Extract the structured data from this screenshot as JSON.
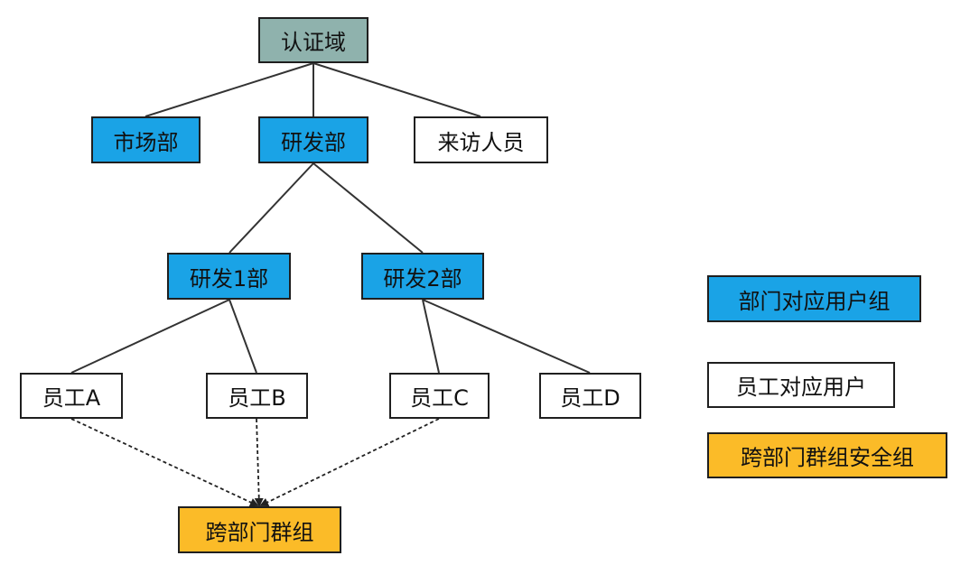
{
  "nodes": {
    "root": "认证域",
    "market": "市场部",
    "rd": "研发部",
    "visitors": "来访人员",
    "rd1": "研发1部",
    "rd2": "研发2部",
    "emp_a": "员工A",
    "emp_b": "员工B",
    "emp_c": "员工C",
    "emp_d": "员工D",
    "cross_group": "跨部门群组"
  },
  "legend": {
    "blue": "部门对应用户组",
    "white": "员工对应用户",
    "orange": "跨部门群组安全组"
  },
  "colors": {
    "department_group": "#1aa3e6",
    "user": "#ffffff",
    "cross_security_group": "#fbbb28",
    "domain": "#8fb2ad",
    "line": "#333333"
  }
}
